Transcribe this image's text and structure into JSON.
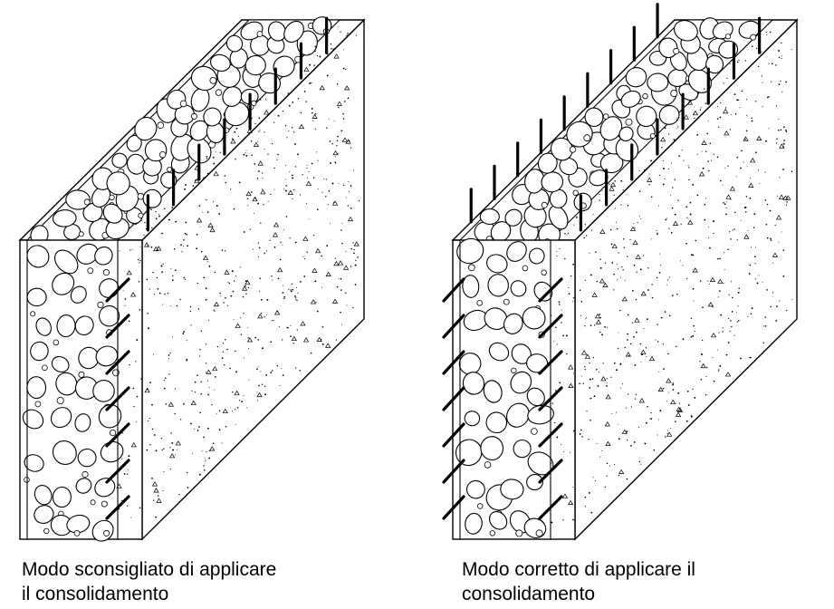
{
  "panels": [
    {
      "caption_line1": "Modo sconsigliato di applicare",
      "caption_line2": "il consolidamento",
      "connectors": "one side only"
    },
    {
      "caption_line1": "Modo corretto di applicare il",
      "caption_line2": "consolidamento",
      "connectors": "both sides"
    }
  ],
  "colors": {
    "ink": "#000000",
    "background": "#ffffff"
  }
}
